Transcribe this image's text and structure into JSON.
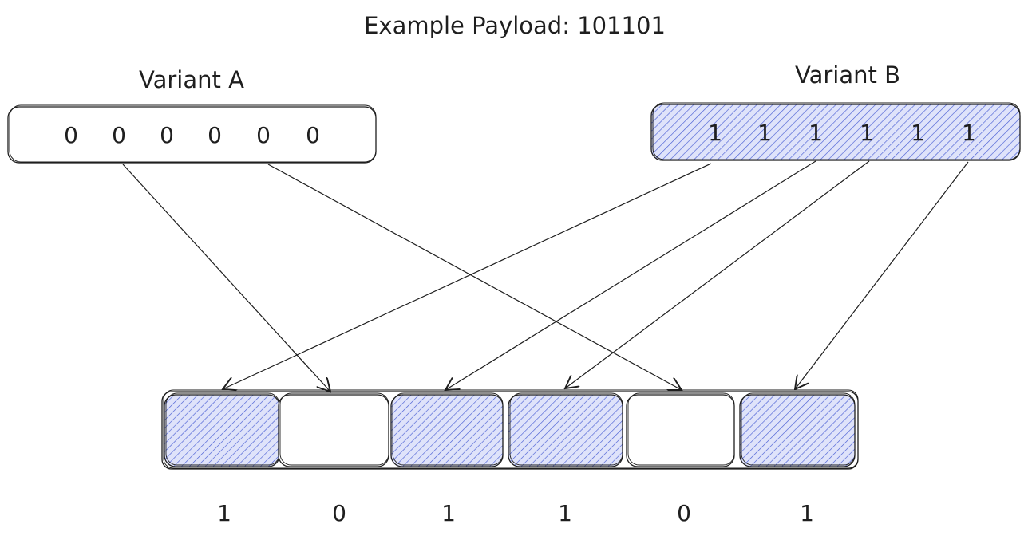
{
  "title": "Example Payload: 101101",
  "variant_a": {
    "label": "Variant A",
    "bits": [
      "0",
      "0",
      "0",
      "0",
      "0",
      "0"
    ]
  },
  "variant_b": {
    "label": "Variant B",
    "bits": [
      "1",
      "1",
      "1",
      "1",
      "1",
      "1"
    ]
  },
  "payload": {
    "bits": [
      "1",
      "0",
      "1",
      "1",
      "0",
      "1"
    ]
  },
  "colors": {
    "stroke": "#1e1e1e",
    "hatch": "#4a5fd4",
    "hatch_bg": "#dfe3fa",
    "background": "#ffffff"
  }
}
